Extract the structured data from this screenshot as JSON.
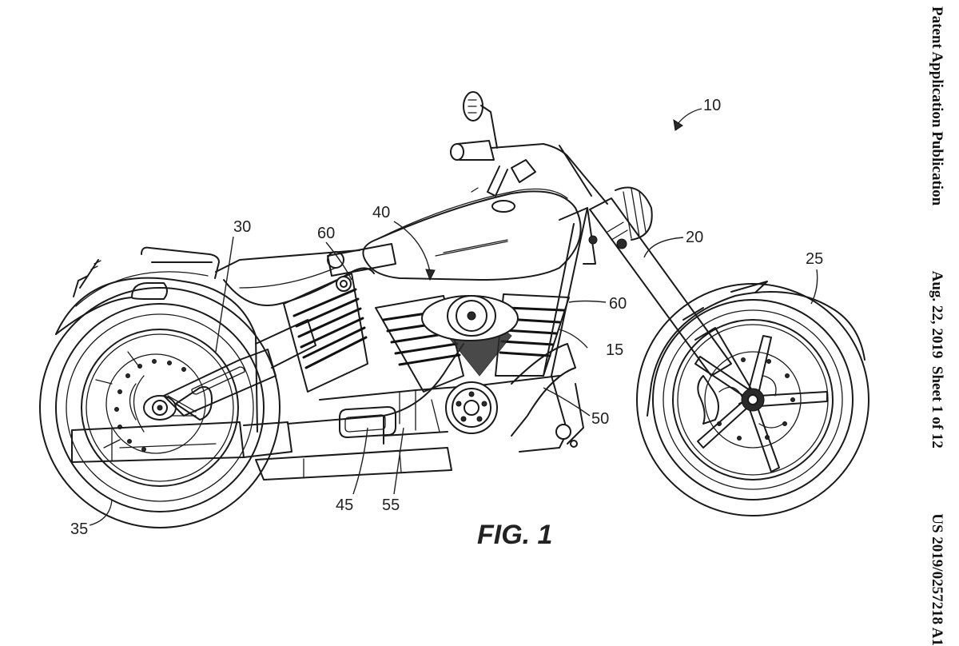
{
  "header": {
    "publication_type": "Patent Application Publication",
    "date": "Aug. 22, 2019",
    "sheet": "Sheet 1 of 12",
    "publication_number": "US 2019/0257218 A1"
  },
  "figure": {
    "label": "FIG. 1",
    "subject": "motorcycle side elevation",
    "reference_numerals": [
      {
        "id": "10",
        "label": "10"
      },
      {
        "id": "15",
        "label": "15"
      },
      {
        "id": "20",
        "label": "20"
      },
      {
        "id": "25",
        "label": "25"
      },
      {
        "id": "30",
        "label": "30"
      },
      {
        "id": "35",
        "label": "35"
      },
      {
        "id": "40",
        "label": "40"
      },
      {
        "id": "45",
        "label": "45"
      },
      {
        "id": "50",
        "label": "50"
      },
      {
        "id": "55",
        "label": "55"
      },
      {
        "id": "60a",
        "label": "60"
      },
      {
        "id": "60b",
        "label": "60"
      }
    ]
  }
}
